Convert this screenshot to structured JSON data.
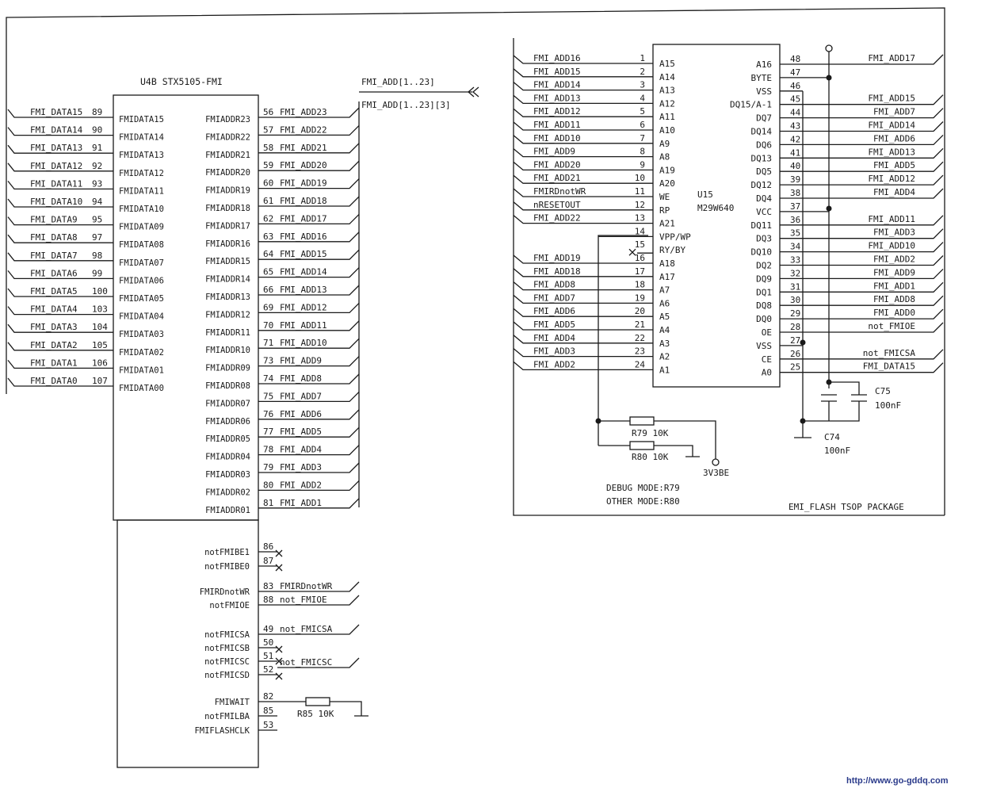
{
  "u4b": {
    "label": "U4B STX5105-FMI",
    "data_pins": [
      {
        "pin": "FMIDATA15",
        "net": "FMI_DATA15",
        "num": "89"
      },
      {
        "pin": "FMIDATA14",
        "net": "FMI_DATA14",
        "num": "90"
      },
      {
        "pin": "FMIDATA13",
        "net": "FMI_DATA13",
        "num": "91"
      },
      {
        "pin": "FMIDATA12",
        "net": "FMI_DATA12",
        "num": "92"
      },
      {
        "pin": "FMIDATA11",
        "net": "FMI_DATA11",
        "num": "93"
      },
      {
        "pin": "FMIDATA10",
        "net": "FMI_DATA10",
        "num": "94"
      },
      {
        "pin": "FMIDATA09",
        "net": "FMI_DATA9",
        "num": "95"
      },
      {
        "pin": "FMIDATA08",
        "net": "FMI_DATA8",
        "num": "97"
      },
      {
        "pin": "FMIDATA07",
        "net": "FMI_DATA7",
        "num": "98"
      },
      {
        "pin": "FMIDATA06",
        "net": "FMI_DATA6",
        "num": "99"
      },
      {
        "pin": "FMIDATA05",
        "net": "FMI_DATA5",
        "num": "100"
      },
      {
        "pin": "FMIDATA04",
        "net": "FMI_DATA4",
        "num": "103"
      },
      {
        "pin": "FMIDATA03",
        "net": "FMI_DATA3",
        "num": "104"
      },
      {
        "pin": "FMIDATA02",
        "net": "FMI_DATA2",
        "num": "105"
      },
      {
        "pin": "FMIDATA01",
        "net": "FMI_DATA1",
        "num": "106"
      },
      {
        "pin": "FMIDATA00",
        "net": "FMI_DATA0",
        "num": "107"
      }
    ],
    "addr_pins": [
      {
        "pin": "FMIADDR23",
        "num": "56",
        "net": "FMI_ADD23"
      },
      {
        "pin": "FMIADDR22",
        "num": "57",
        "net": "FMI_ADD22"
      },
      {
        "pin": "FMIADDR21",
        "num": "58",
        "net": "FMI_ADD21"
      },
      {
        "pin": "FMIADDR20",
        "num": "59",
        "net": "FMI_ADD20"
      },
      {
        "pin": "FMIADDR19",
        "num": "60",
        "net": "FMI_ADD19"
      },
      {
        "pin": "FMIADDR18",
        "num": "61",
        "net": "FMI_ADD18"
      },
      {
        "pin": "FMIADDR17",
        "num": "62",
        "net": "FMI_ADD17"
      },
      {
        "pin": "FMIADDR16",
        "num": "63",
        "net": "FMI_ADD16"
      },
      {
        "pin": "FMIADDR15",
        "num": "64",
        "net": "FMI_ADD15"
      },
      {
        "pin": "FMIADDR14",
        "num": "65",
        "net": "FMI_ADD14"
      },
      {
        "pin": "FMIADDR13",
        "num": "66",
        "net": "FMI_ADD13"
      },
      {
        "pin": "FMIADDR12",
        "num": "69",
        "net": "FMI_ADD12"
      },
      {
        "pin": "FMIADDR11",
        "num": "70",
        "net": "FMI_ADD11"
      },
      {
        "pin": "FMIADDR10",
        "num": "71",
        "net": "FMI_ADD10"
      },
      {
        "pin": "FMIADDR09",
        "num": "73",
        "net": "FMI_ADD9"
      },
      {
        "pin": "FMIADDR08",
        "num": "74",
        "net": "FMI_ADD8"
      },
      {
        "pin": "FMIADDR07",
        "num": "75",
        "net": "FMI_ADD7"
      },
      {
        "pin": "FMIADDR06",
        "num": "76",
        "net": "FMI_ADD6"
      },
      {
        "pin": "FMIADDR05",
        "num": "77",
        "net": "FMI_ADD5"
      },
      {
        "pin": "FMIADDR04",
        "num": "78",
        "net": "FMI_ADD4"
      },
      {
        "pin": "FMIADDR03",
        "num": "79",
        "net": "FMI_ADD3"
      },
      {
        "pin": "FMIADDR02",
        "num": "80",
        "net": "FMI_ADD2"
      },
      {
        "pin": "FMIADDR01",
        "num": "81",
        "net": "FMI_ADD1"
      }
    ],
    "ctrl_pins": [
      {
        "pin": "notFMIBE1",
        "num": "86",
        "net": "",
        "nc": true
      },
      {
        "pin": "notFMIBE0",
        "num": "87",
        "net": "",
        "nc": true
      },
      {
        "pin": "FMIRDnotWR",
        "num": "83",
        "net": "FMIRDnotWR",
        "nc": false
      },
      {
        "pin": "notFMIOE",
        "num": "88",
        "net": "not_FMIOE",
        "nc": false
      },
      {
        "pin": "notFMICSA",
        "num": "49",
        "net": "not_FMICSA",
        "nc": false
      },
      {
        "pin": "notFMICSB",
        "num": "50",
        "net": "",
        "nc": true
      },
      {
        "pin": "notFMICSC",
        "num": "51",
        "net": "not_FMICSC",
        "nc": true
      },
      {
        "pin": "notFMICSD",
        "num": "52",
        "net": "",
        "nc": true
      },
      {
        "pin": "FMIWAIT",
        "num": "82",
        "net": "",
        "nc": false
      },
      {
        "pin": "notFMILBA",
        "num": "85",
        "net": "",
        "nc": false
      },
      {
        "pin": "FMIFLASHCLK",
        "num": "53",
        "net": "",
        "nc": false
      }
    ],
    "bus_label": "FMI_ADD[1..23]",
    "bus_label_2": "FMI_ADD[1..23][3]",
    "r85": "R85 10K"
  },
  "u15": {
    "ref": "U15",
    "part": "M29W640",
    "left_pins": [
      {
        "net": "FMI_ADD16",
        "num": "1",
        "pin": "A15"
      },
      {
        "net": "FMI_ADD15",
        "num": "2",
        "pin": "A14"
      },
      {
        "net": "FMI_ADD14",
        "num": "3",
        "pin": "A13"
      },
      {
        "net": "FMI_ADD13",
        "num": "4",
        "pin": "A12"
      },
      {
        "net": "FMI_ADD12",
        "num": "5",
        "pin": "A11"
      },
      {
        "net": "FMI_ADD11",
        "num": "6",
        "pin": "A10"
      },
      {
        "net": "FMI_ADD10",
        "num": "7",
        "pin": "A9"
      },
      {
        "net": "FMI_ADD9",
        "num": "8",
        "pin": "A8"
      },
      {
        "net": "FMI_ADD20",
        "num": "9",
        "pin": "A19"
      },
      {
        "net": "FMI_ADD21",
        "num": "10",
        "pin": "A20"
      },
      {
        "net": "FMIRDnotWR",
        "num": "11",
        "pin": "WE"
      },
      {
        "net": "nRESETOUT",
        "num": "12",
        "pin": "RP"
      },
      {
        "net": "FMI_ADD22",
        "num": "13",
        "pin": "A21"
      },
      {
        "net": "",
        "num": "14",
        "pin": "VPP/WP"
      },
      {
        "net": "",
        "num": "15",
        "pin": "RY/BY"
      },
      {
        "net": "FMI_ADD19",
        "num": "16",
        "pin": "A18"
      },
      {
        "net": "FMI_ADD18",
        "num": "17",
        "pin": "A17"
      },
      {
        "net": "FMI_ADD8",
        "num": "18",
        "pin": "A7"
      },
      {
        "net": "FMI_ADD7",
        "num": "19",
        "pin": "A6"
      },
      {
        "net": "FMI_ADD6",
        "num": "20",
        "pin": "A5"
      },
      {
        "net": "FMI_ADD5",
        "num": "21",
        "pin": "A4"
      },
      {
        "net": "FMI_ADD4",
        "num": "22",
        "pin": "A3"
      },
      {
        "net": "FMI_ADD3",
        "num": "23",
        "pin": "A2"
      },
      {
        "net": "FMI_ADD2",
        "num": "24",
        "pin": "A1"
      }
    ],
    "right_pins": [
      {
        "pin": "A16",
        "num": "48",
        "net": "FMI_ADD17"
      },
      {
        "pin": "BYTE",
        "num": "47",
        "net": ""
      },
      {
        "pin": "VSS",
        "num": "46",
        "net": ""
      },
      {
        "pin": "DQ15/A-1",
        "num": "45",
        "net": "FMI_ADD15"
      },
      {
        "pin": "DQ7",
        "num": "44",
        "net": "FMI_ADD7"
      },
      {
        "pin": "DQ14",
        "num": "43",
        "net": "FMI_ADD14"
      },
      {
        "pin": "DQ6",
        "num": "42",
        "net": "FMI_ADD6"
      },
      {
        "pin": "DQ13",
        "num": "41",
        "net": "FMI_ADD13"
      },
      {
        "pin": "DQ5",
        "num": "40",
        "net": "FMI_ADD5"
      },
      {
        "pin": "DQ12",
        "num": "39",
        "net": "FMI_ADD12"
      },
      {
        "pin": "DQ4",
        "num": "38",
        "net": "FMI_ADD4"
      },
      {
        "pin": "VCC",
        "num": "37",
        "net": ""
      },
      {
        "pin": "DQ11",
        "num": "36",
        "net": "FMI_ADD11"
      },
      {
        "pin": "DQ3",
        "num": "35",
        "net": "FMI_ADD3"
      },
      {
        "pin": "DQ10",
        "num": "34",
        "net": "FMI_ADD10"
      },
      {
        "pin": "DQ2",
        "num": "33",
        "net": "FMI_ADD2"
      },
      {
        "pin": "DQ9",
        "num": "32",
        "net": "FMI_ADD9"
      },
      {
        "pin": "DQ1",
        "num": "31",
        "net": "FMI_ADD1"
      },
      {
        "pin": "DQ8",
        "num": "30",
        "net": "FMI_ADD8"
      },
      {
        "pin": "DQ0",
        "num": "29",
        "net": "FMI_ADD0"
      },
      {
        "pin": "OE",
        "num": "28",
        "net": "not_FMIOE"
      },
      {
        "pin": "VSS",
        "num": "27",
        "net": ""
      },
      {
        "pin": "CE",
        "num": "26",
        "net": "not_FMICSA"
      },
      {
        "pin": "A0",
        "num": "25",
        "net": "FMI_DATA15"
      }
    ],
    "r79": "R79 10K",
    "r80": "R80 10K",
    "supply": "3V3BE",
    "c75": "C75",
    "c75_val": "100nF",
    "c74": "C74",
    "c74_val": "100nF",
    "debug_note": "DEBUG MODE:R79",
    "other_note": "OTHER MODE:R80",
    "package_title": "EMI_FLASH TSOP PACKAGE"
  },
  "watermark": "http://www.go-gddq.com"
}
